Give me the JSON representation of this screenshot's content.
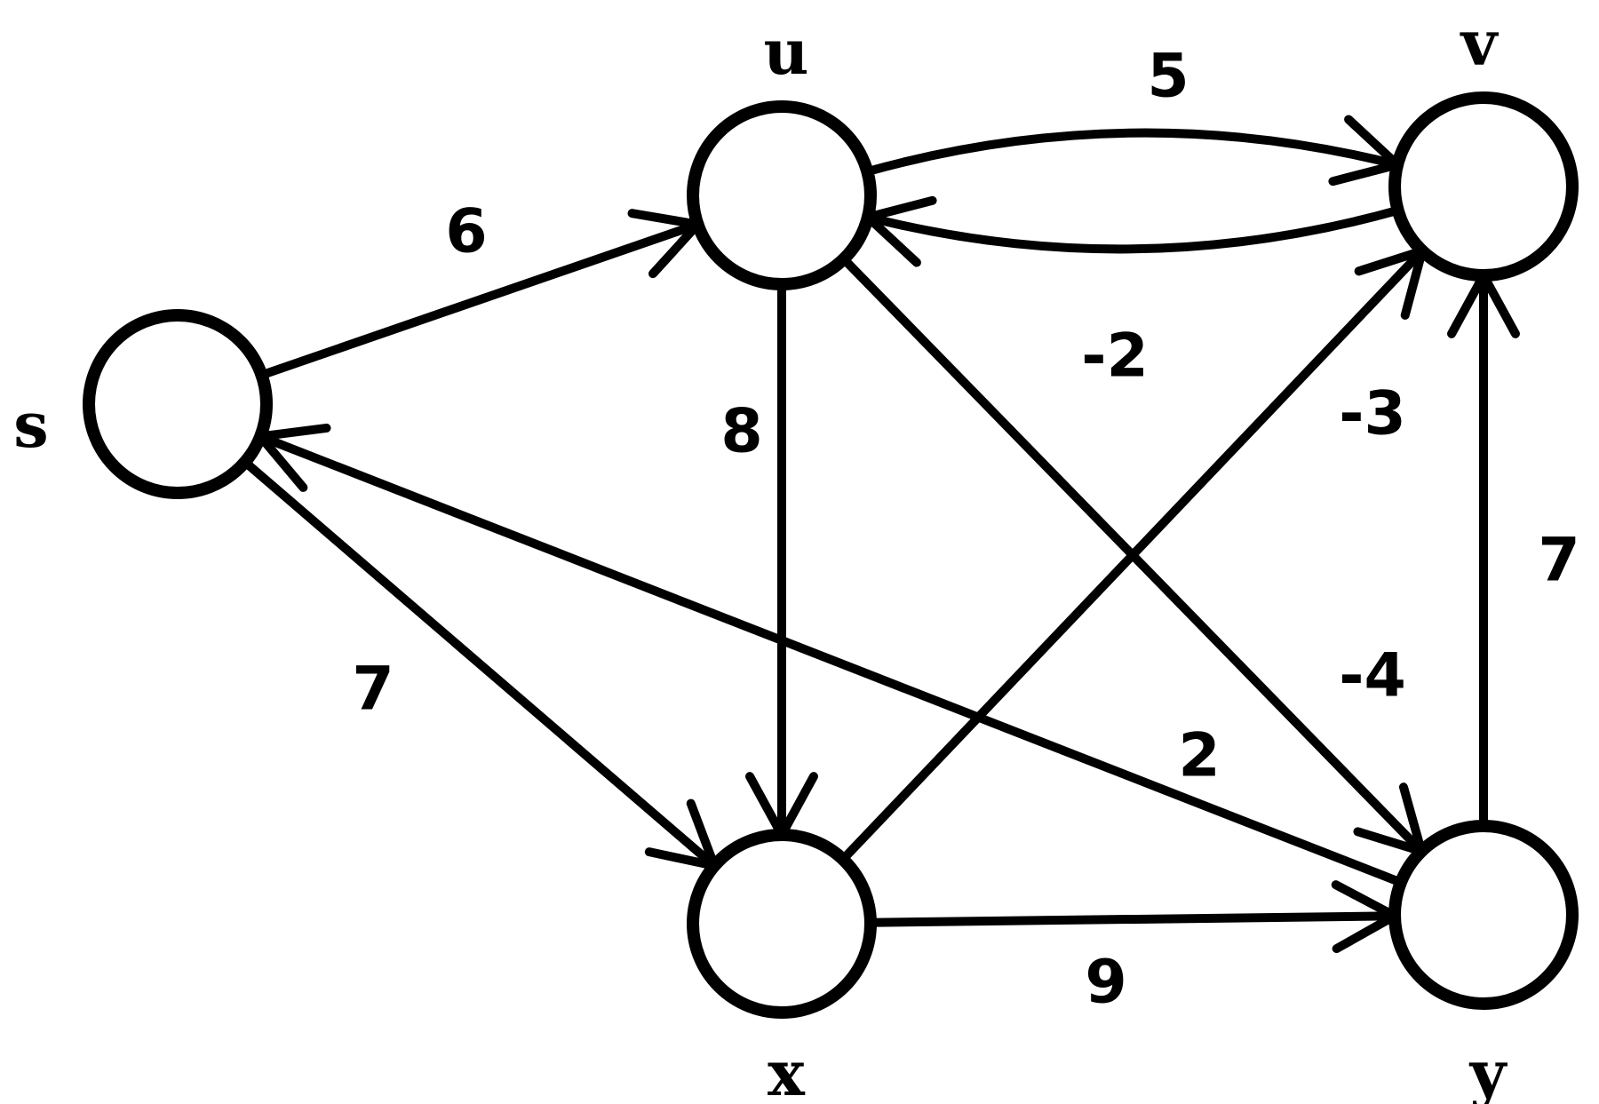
{
  "graph": {
    "nodes": [
      {
        "id": "s",
        "label": "s"
      },
      {
        "id": "u",
        "label": "u"
      },
      {
        "id": "v",
        "label": "v"
      },
      {
        "id": "x",
        "label": "x"
      },
      {
        "id": "y",
        "label": "y"
      }
    ],
    "edges": [
      {
        "from": "s",
        "to": "u",
        "weight": "6"
      },
      {
        "from": "s",
        "to": "x",
        "weight": "7"
      },
      {
        "from": "u",
        "to": "v",
        "weight": "5"
      },
      {
        "from": "v",
        "to": "u",
        "weight": "-2"
      },
      {
        "from": "u",
        "to": "x",
        "weight": "8"
      },
      {
        "from": "u",
        "to": "y",
        "weight": "-4"
      },
      {
        "from": "x",
        "to": "v",
        "weight": "-3"
      },
      {
        "from": "x",
        "to": "y",
        "weight": "9"
      },
      {
        "from": "y",
        "to": "v",
        "weight": "7"
      },
      {
        "from": "y",
        "to": "s",
        "weight": "2"
      }
    ]
  }
}
